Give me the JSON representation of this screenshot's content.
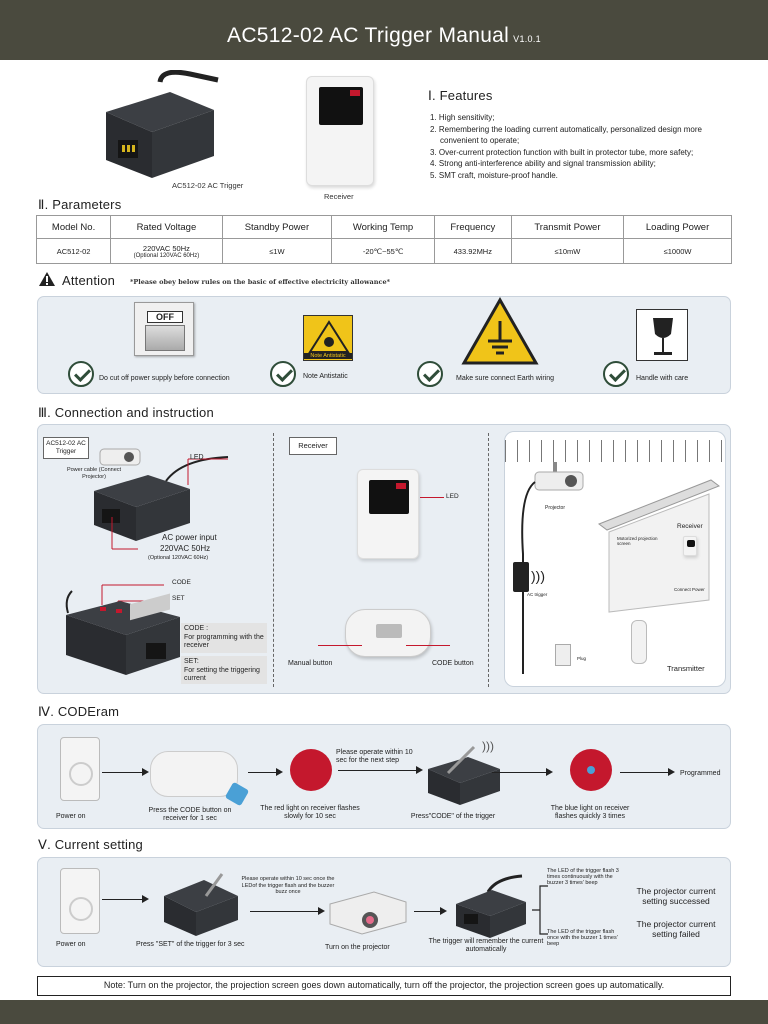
{
  "header": {
    "title": "AC512-02 AC Trigger Manual",
    "version": "V1.0.1"
  },
  "top": {
    "trigger_caption": "AC512-02 AC Trigger",
    "receiver_caption": "Receiver"
  },
  "features": {
    "title": "Ⅰ. Features",
    "items": [
      "1. High sensitivity;",
      "2. Remembering the loading current automatically, personalized design more convenient to operate;",
      "3. Over-current protection function with built in protector tube, more safety;",
      "4. Strong anti-interference ability and signal transmission ability;",
      "5. SMT craft, moisture-proof handle."
    ]
  },
  "parameters": {
    "title": "Ⅱ. Parameters",
    "headers": [
      "Model No.",
      "Rated Voltage",
      "Standby Power",
      "Working Temp",
      "Frequency",
      "Transmit Power",
      "Loading Power"
    ],
    "row": {
      "model": "AC512-02",
      "voltage": "220VAC 50Hz",
      "voltage_optional": "(Optional 120VAC 60Hz)",
      "standby": "≤1W",
      "temp": "-20℃~55℃",
      "freq": "433.92MHz",
      "transmit": "≤10mW",
      "loading": "≤1000W"
    }
  },
  "attention": {
    "title": "Attention",
    "subtitle": "*Please obey below rules on the basic of effective electricity allowance*",
    "off_label": "OFF",
    "antistatic_label": "Note Antistatic",
    "items": [
      "Do cut off power supply before connection",
      "Note Antistatic",
      "Make sure connect Earth wiring",
      "Handle with care"
    ]
  },
  "connection": {
    "title": "Ⅲ. Connection and instruction",
    "trigger_box": "AC512-02 AC Trigger",
    "power_cable": "Power cable (Connect Projector)",
    "led": "LED",
    "ac_input_title": "AC power input",
    "ac_input_voltage": "220VAC 50Hz",
    "ac_input_optional": "(Optional 120VAC 60Hz)",
    "code": "CODE",
    "set": "SET",
    "code_desc_title": "CODE :",
    "code_desc": "For programming with the receiver",
    "set_desc_title": "SET:",
    "set_desc": "For setting the triggering current",
    "receiver_box": "Receiver",
    "receiver_led": "LED",
    "manual_button": "Manual button",
    "code_button": "CODE button",
    "projector": "Projector",
    "motorized_screen": "Motorized projection screen",
    "receiver": "Receiver",
    "connect_power": "Connect Power",
    "ac_trigger": "AC trigger",
    "plug": "Plug",
    "transmitter": "Transmitter"
  },
  "coderam": {
    "title": "Ⅳ. CODEram",
    "power_on": "Power on",
    "press_code": "Press the CODE button on receiver for 1 sec",
    "red_light": "The red light on receiver flashes slowly for 10 sec",
    "operate_within": "Please operate within 10 sec for the next step",
    "press_code_trigger": "Press\"CODE\" of the trigger",
    "blue_light": "The blue light on receiver flashes quickly 3 times",
    "programmed": "Programmed"
  },
  "current": {
    "title": "Ⅴ. Current setting",
    "power_on": "Power on",
    "press_set": "Press \"SET\" of the trigger for 3 sec",
    "operate_within": "Please operate within 10 sec once the LEDof the trigger flash and the buzzer buzz once",
    "turn_on": "Turn on the projector",
    "remember": "The trigger will remember the current automatically",
    "led_success": "The LED of the trigger flash 3 times continuously with the buzzer 3 times' beep",
    "success": "The projector current setting successed",
    "led_fail": "The LED of the trigger flash once with the buzzer 1 times' beep",
    "fail": "The projector current setting failed"
  },
  "note": "Note: Turn on the projector, the projection screen goes down automatically, turn off the projector, the projection screen goes up automatically."
}
